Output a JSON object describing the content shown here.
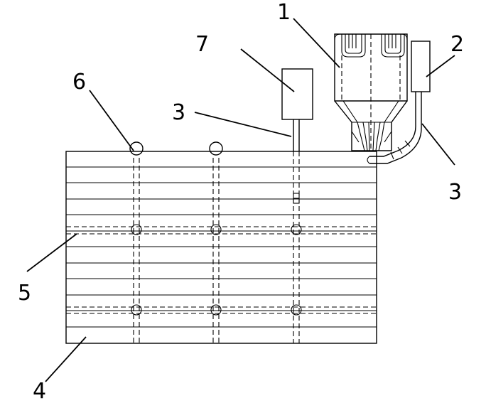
{
  "labels": {
    "l1": "1",
    "l2": "2",
    "l3a": "3",
    "l3b": "3",
    "l4": "4",
    "l5": "5",
    "l6": "6",
    "l7": "7"
  },
  "colors": {
    "line": "#000000",
    "background": "#ffffff"
  }
}
